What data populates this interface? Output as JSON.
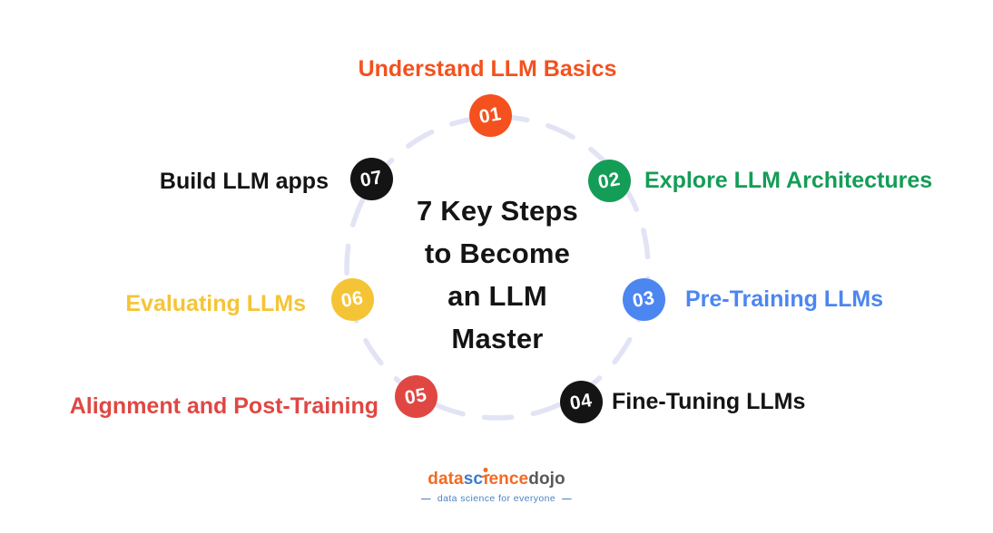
{
  "title": {
    "lines": [
      "7 Key Steps",
      "to Become",
      "an LLM",
      "Master"
    ],
    "full_text": "7 Key Steps to Become an LLM Master"
  },
  "ring": {
    "color": "#E2E3F5"
  },
  "steps": [
    {
      "number": "01",
      "label": "Understand LLM Basics",
      "color": "#F4511E"
    },
    {
      "number": "02",
      "label": "Explore LLM Architectures",
      "color": "#149D57"
    },
    {
      "number": "03",
      "label": "Pre-Training LLMs",
      "color": "#4C86F0"
    },
    {
      "number": "04",
      "label": "Fine-Tuning LLMs",
      "color": "#141414"
    },
    {
      "number": "05",
      "label": "Alignment and Post-Training",
      "color": "#E04743"
    },
    {
      "number": "06",
      "label": "Evaluating LLMs",
      "color": "#F5C436"
    },
    {
      "number": "07",
      "label": "Build LLM apps",
      "color": "#141414"
    }
  ],
  "logo": {
    "part_data": "data",
    "part_sc": "sc",
    "part_i": "ı",
    "part_ence": "ence",
    "part_dojo": "dojo",
    "tagline": "data science for everyone",
    "dash": "—",
    "orange": "#F26A22",
    "blue": "#3D7CC9",
    "gray": "#58595B",
    "tagline_color": "#4B83C3"
  }
}
